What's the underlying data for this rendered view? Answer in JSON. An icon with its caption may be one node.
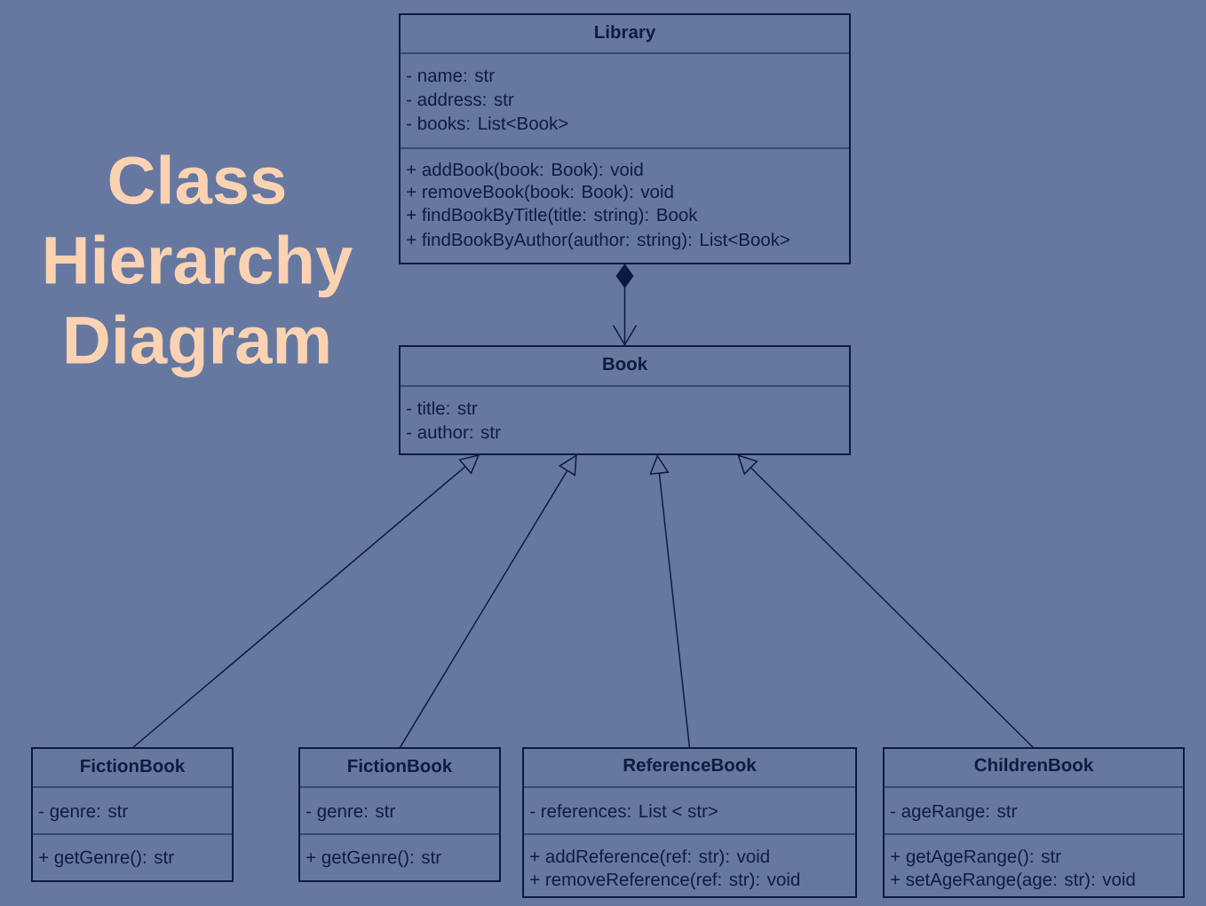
{
  "diagram": {
    "title": "Class Hierarchy Diagram",
    "nodes": [
      {
        "text": [
          "Library",
          "- name: str",
          "- address: str",
          "- books: List<Book>",
          "+ addBook(book: Book): void",
          "+ removeBook(book: Book): void",
          "+ findBookByTitle(title: string): Book",
          "+ findBookByAuthor(author: string): List<Book>"
        ]
      },
      {
        "text": [
          "Book",
          "- title: str",
          "- author: str"
        ]
      },
      {
        "text": [
          "FictionBook",
          "- genre: str",
          "+ getGenre(): str"
        ]
      },
      {
        "text": [
          "FictionBook",
          "- genre: str",
          "+ getGenre(): str"
        ]
      },
      {
        "text": [
          "ReferenceBook",
          "- references: List < str>",
          "+ addReference(ref: str): void",
          "+ removeReference(ref: str): void"
        ]
      },
      {
        "text": [
          "ChildrenBook",
          "- ageRange: str",
          "+ getAgeRange(): str",
          "+ setAgeRange(age: str): void"
        ]
      }
    ],
    "edges": [
      {
        "from": 0,
        "to": 1,
        "arrow": "to"
      },
      {
        "from": 2,
        "to": 1,
        "arrow": "to"
      },
      {
        "from": 3,
        "to": 1,
        "arrow": "to"
      },
      {
        "from": 4,
        "to": 1,
        "arrow": "to"
      },
      {
        "from": 5,
        "to": 1,
        "arrow": "to"
      }
    ]
  }
}
